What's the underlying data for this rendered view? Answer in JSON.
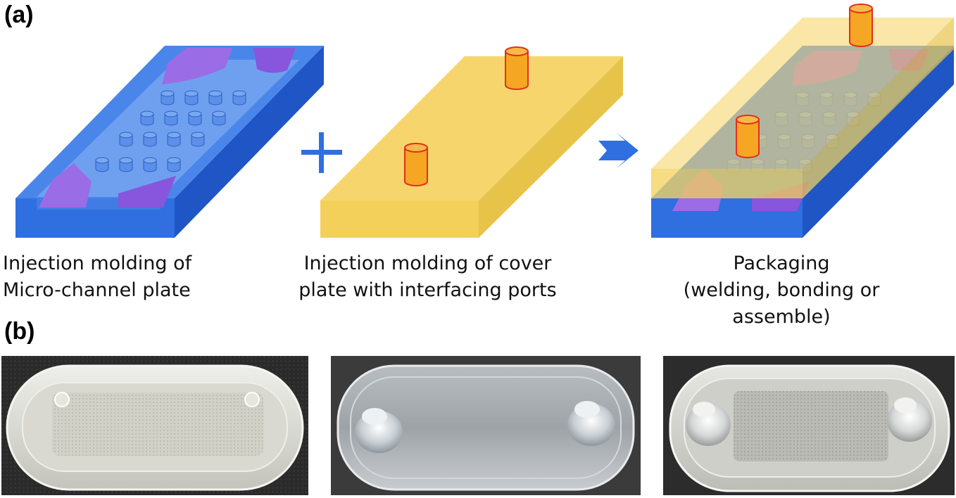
{
  "panel_a": {
    "label": "(a)",
    "steps": [
      {
        "line1": "Injection molding of",
        "line2": "Micro-channel plate"
      },
      {
        "line1": "Injection molding of cover",
        "line2": "plate with interfacing ports"
      },
      {
        "line1": "Packaging",
        "line2": "(welding, bonding or",
        "line3": "assemble)"
      }
    ]
  },
  "panel_b": {
    "label": "(b)"
  },
  "colors": {
    "channel_plate": "#3a7ae6",
    "cover_plate": "#f6d66c",
    "port": "#f5a623",
    "port_outline": "#e0301e",
    "chamber": "#8a5ce0",
    "arrow": "#2f6fe0"
  }
}
